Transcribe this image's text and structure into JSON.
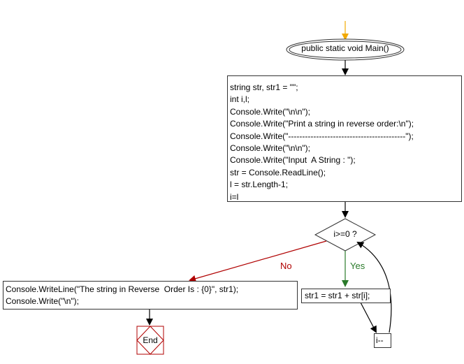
{
  "start_label": "public static void Main()",
  "init_block": {
    "lines": [
      "string str, str1 = \"\";",
      "int i,l;",
      "Console.Write(\"\\n\\n\");",
      "Console.Write(\"Print a string in reverse order:\\n\");",
      "Console.Write(\"------------------------------------------\");",
      "Console.Write(\"\\n\\n\");",
      "Console.Write(\"Input  A String : \");",
      "str = Console.ReadLine();",
      "l = str.Length-1;",
      "i=l"
    ]
  },
  "condition_label": "i>=0 ?",
  "yes_label": "Yes",
  "no_label": "No",
  "loop_body_label": "str1 = str1 + str[i];",
  "decrement_label": "i--",
  "output_block": {
    "lines": [
      "Console.WriteLine(\"The string in Reverse  Order Is : {0}\", str1);",
      "Console.Write(\"\\n\");"
    ]
  },
  "end_label": "End",
  "colors": {
    "start_arrow": "#f2a900",
    "yes": "#2a7a2a",
    "no": "#b00000",
    "end_border": "#b00000",
    "line": "#000000"
  }
}
